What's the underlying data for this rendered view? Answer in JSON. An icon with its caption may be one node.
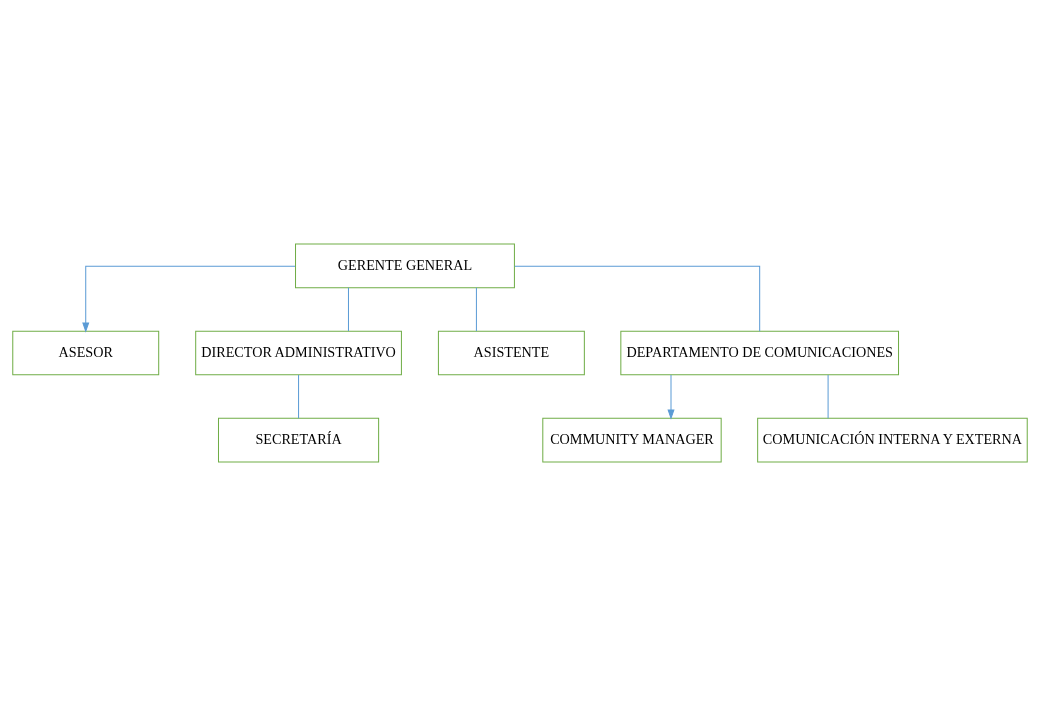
{
  "diagram": {
    "nodes": [
      {
        "text": [
          "GERENTE GENERAL"
        ]
      },
      {
        "text": [
          "ASESOR"
        ]
      },
      {
        "text": [
          "DIRECTOR ADMINISTRATIVO"
        ]
      },
      {
        "text": [
          "ASISTENTE"
        ]
      },
      {
        "text": [
          "DEPARTAMENTO DE COMUNICACIONES"
        ]
      },
      {
        "text": [
          "SECRETARÍA"
        ]
      },
      {
        "text": [
          "COMMUNITY MANAGER"
        ]
      },
      {
        "text": [
          "COMUNICACIÓN INTERNA Y EXTERNA"
        ]
      }
    ],
    "edges": [
      {
        "from": 0,
        "to": 1,
        "arrow": "to"
      },
      {
        "from": 0,
        "to": 2,
        "arrow": "none"
      },
      {
        "from": 0,
        "to": 3,
        "arrow": "none"
      },
      {
        "from": 0,
        "to": 4,
        "arrow": "none"
      },
      {
        "from": 2,
        "to": 5,
        "arrow": "none"
      },
      {
        "from": 4,
        "to": 6,
        "arrow": "to"
      },
      {
        "from": 4,
        "to": 7,
        "arrow": "none"
      }
    ]
  }
}
